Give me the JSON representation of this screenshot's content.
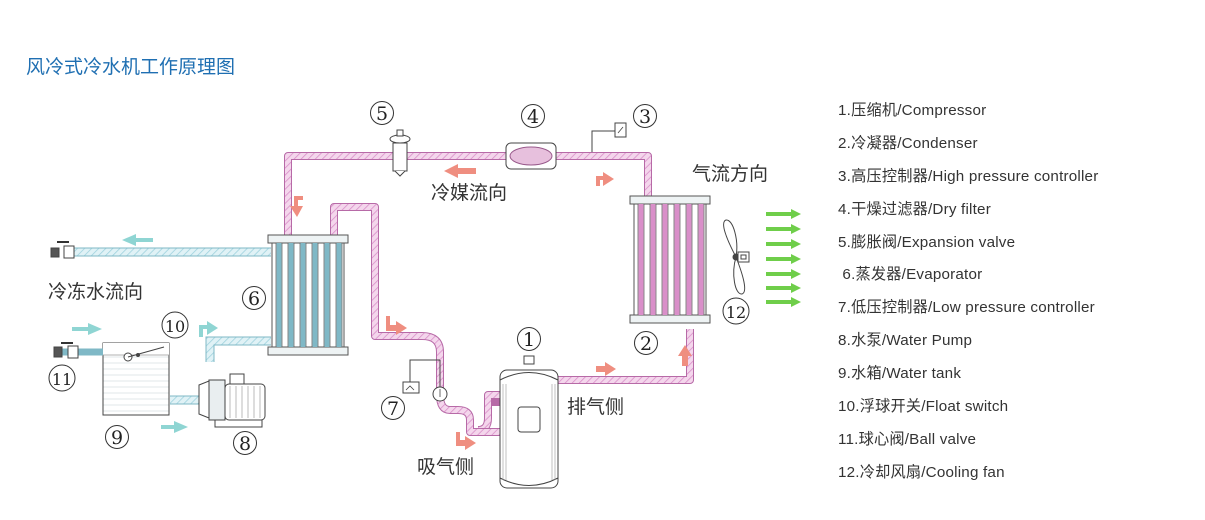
{
  "title": "风冷式冷水机工作原理图",
  "labels": {
    "refrigerant_flow": "冷媒流向",
    "chilled_water_flow": "冷冻水流向",
    "air_flow": "气流方向",
    "discharge_side": "排气侧",
    "suction_side": "吸气侧"
  },
  "numbers": [
    "1",
    "2",
    "3",
    "4",
    "5",
    "6",
    "7",
    "8",
    "9",
    "10",
    "11",
    "12"
  ],
  "legend": [
    "1.压缩机/Compressor",
    "2.冷凝器/Condenser",
    "3.高压控制器/High pressure controller",
    "4.干燥过滤器/Dry filter",
    "5.膨胀阀/Expansion valve",
    " 6.蒸发器/Evaporator",
    "7.低压控制器/Low pressure controller",
    "8.水泵/Water Pump",
    "9.水箱/Water tank",
    "10.浮球开关/Float switch",
    "11.球心阀/Ball valve",
    "12.冷却风扇/Cooling fan"
  ],
  "colors": {
    "title": "#1f6fb2",
    "refrigerant_pipe": "#e6b2da",
    "water_pipe": "#bde3ec",
    "red_arrow": "#ef8e80",
    "green_arrow": "#6fce4a",
    "teal_arrow": "#8fd5d3"
  }
}
